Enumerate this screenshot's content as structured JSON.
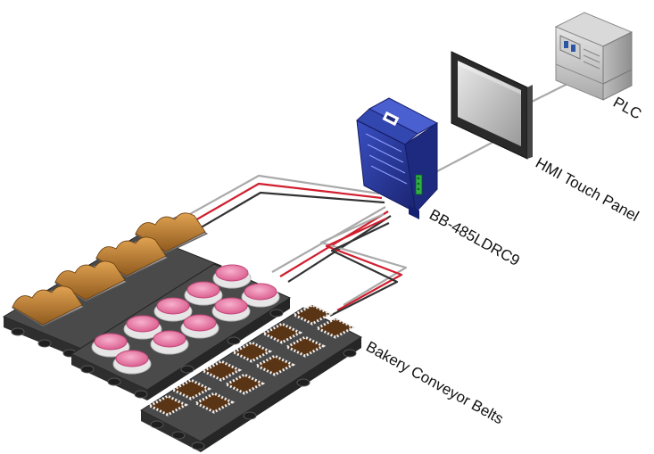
{
  "labels": {
    "plc": "PLC",
    "hmi": "HMI Touch Panel",
    "converter": "BB-485LDRC9",
    "conveyor": "Bakery Conveyor Belts"
  },
  "icons": {
    "plc": "plc-cabinet-icon",
    "hmi": "hmi-touch-panel-icon",
    "converter": "din-rail-converter-icon",
    "belt_bread": "bread-conveyor-icon",
    "belt_cakes": "cake-conveyor-icon",
    "belt_brownies": "brownie-conveyor-icon"
  },
  "colors": {
    "cable_gray": "#aaaaaa",
    "cable_red": "#d01f2f",
    "cable_dark": "#333333",
    "device_blue": "#2a3a9a",
    "belt_dark": "#3a3a3a",
    "bread": "#b8772c",
    "cake": "#e97aa6",
    "brownie": "#5a3515"
  }
}
